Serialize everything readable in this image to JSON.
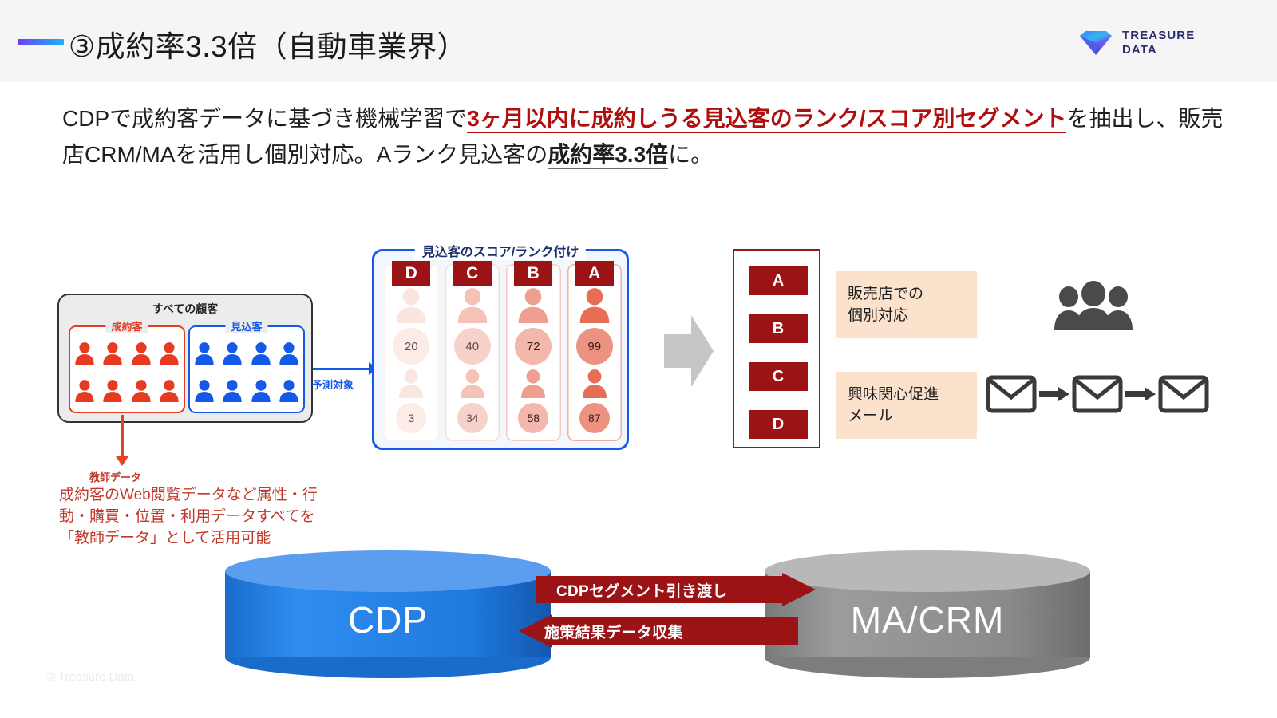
{
  "header": {
    "title": "③成約率3.3倍（自動車業界）",
    "logo": {
      "line1": "TREASURE",
      "line2": "DATA",
      "icon": "diamond-gem-icon"
    },
    "accent_color": "#3f7ff6"
  },
  "lead": {
    "seg1": "CDPで成約客データに基づき機械学習で",
    "em1": "3ヶ月以内に成約しうる見込客のランク/スコア別セグメント",
    "seg2": "を抽出し、販売店CRM/MAを活用し個別対応。Aランク見込客の",
    "em2": "成約率3.3倍",
    "seg3": "に。"
  },
  "customer_box": {
    "title": "すべての顧客",
    "groups": [
      {
        "label": "成約客",
        "color": "#e63b20",
        "count": 8
      },
      {
        "label": "見込客",
        "color": "#1559e8",
        "count": 8
      }
    ]
  },
  "teacher_data": {
    "arrow_label": "教師データ",
    "note": "成約客のWeb閲覧データなど属性・行動・購買・位置・利用データすべてを「教師データ」として活用可能",
    "color": "#c0392b"
  },
  "predict": {
    "label": "予測対象",
    "color": "#1559e8"
  },
  "score_panel": {
    "title": "見込客のスコア/ランク付け",
    "border_color": "#1559e8",
    "badge_color": "#9b1315",
    "columns": [
      {
        "rank": "D",
        "scores": [
          20,
          3
        ],
        "intensity": 0.18
      },
      {
        "rank": "C",
        "scores": [
          40,
          34
        ],
        "intensity": 0.42
      },
      {
        "rank": "B",
        "scores": [
          72,
          58
        ],
        "intensity": 0.66
      },
      {
        "rank": "A",
        "scores": [
          99,
          87
        ],
        "intensity": 1.0
      }
    ]
  },
  "rank_list": {
    "items": [
      "A",
      "B",
      "C",
      "D"
    ],
    "color": "#9b1315"
  },
  "actions": [
    {
      "text": "販売店での\n個別対応",
      "bg": "#fbe2cd",
      "icon": "people-group-icon"
    },
    {
      "text": "興味関心促進\nメール",
      "bg": "#fbe2cd",
      "icon": "envelope-icon"
    }
  ],
  "mail_flow": {
    "envelopes": 3,
    "arrow": "arrow-right-icon"
  },
  "platforms": {
    "cdp": {
      "label": "CDP",
      "color": "#1f7ae0",
      "top_color": "#5b9eef"
    },
    "macrm": {
      "label": "MA/CRM",
      "color": "#8a8a8a",
      "top_color": "#b8b8b8"
    }
  },
  "flows": [
    {
      "label": "CDPセグメント引き渡し",
      "direction": "right",
      "color": "#9b1315"
    },
    {
      "label": "施策結果データ収集",
      "direction": "left",
      "color": "#9b1315"
    }
  ],
  "footer": {
    "copyright": "© Treasure Data"
  }
}
